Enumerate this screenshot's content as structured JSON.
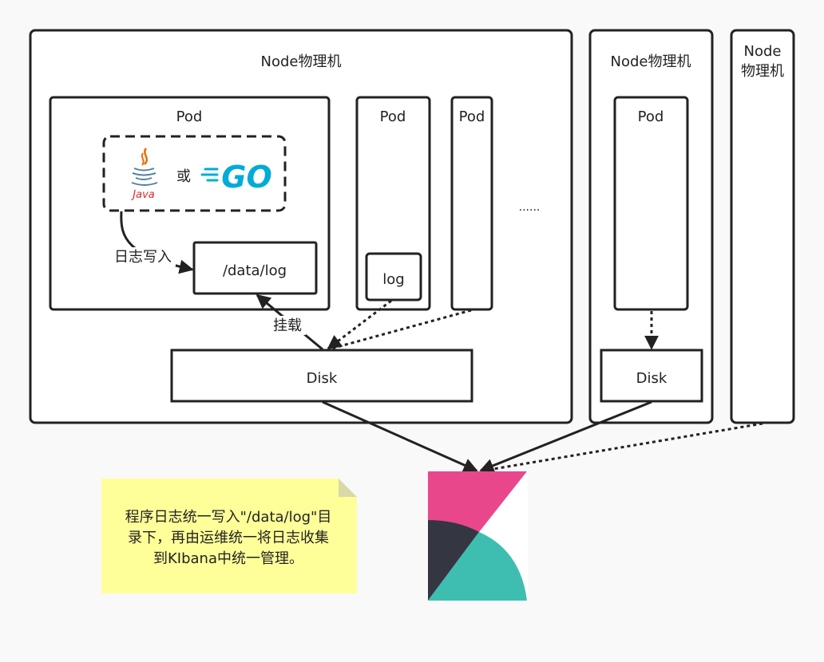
{
  "nodes": [
    {
      "label": "Node物理机"
    },
    {
      "label": "Node物理机"
    },
    {
      "label_line1": "Node",
      "label_line2": "物理机"
    }
  ],
  "pods": [
    {
      "label": "Pod"
    },
    {
      "label": "Pod"
    },
    {
      "label": "Pod"
    },
    {
      "label": "Pod"
    }
  ],
  "app": {
    "java_text": "Java",
    "or_text": "或",
    "go_text": "GO"
  },
  "log_dir_label": "/data/log",
  "log_label": "log",
  "ellipsis": "......",
  "disks": [
    {
      "label": "Disk"
    },
    {
      "label": "Disk"
    }
  ],
  "edges": {
    "write_label": "日志写入",
    "mount_label": "挂载"
  },
  "note": {
    "line1": "程序日志统一写入\"/data/log\"目",
    "line2": "录下，再由运维统一将日志收集",
    "line3": "到KIbana中统一管理。",
    "color": "#ffff99"
  },
  "kibana": {
    "pink": "#e8488b",
    "dark": "#343741",
    "teal": "#3ebeb0"
  }
}
